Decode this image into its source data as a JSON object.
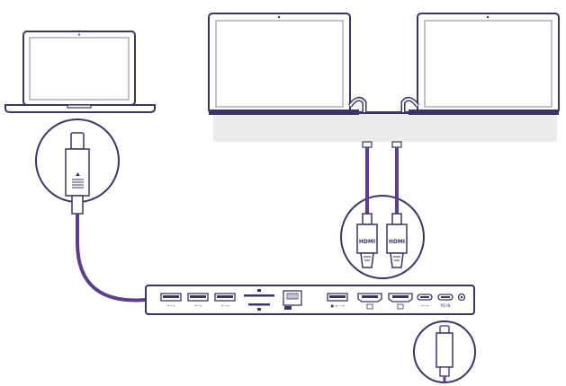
{
  "colors": {
    "outline": "#3c3466",
    "outline_light": "#9a98b8",
    "cable": "#5b3f8e",
    "screen_fill": "#ffffff",
    "shelf_fill": "#ececec"
  },
  "diagram": {
    "hdmi_plug_labels": [
      "HDMI",
      "HDMI"
    ],
    "dock_port_labels": [
      "USB-A",
      "USB-A",
      "USB-A",
      "SD/TF",
      "RJ45 Ethernet",
      "USB-A 10G",
      "HDMI",
      "HDMI",
      "USB-C",
      "USB-C PD IN",
      "Audio"
    ]
  }
}
